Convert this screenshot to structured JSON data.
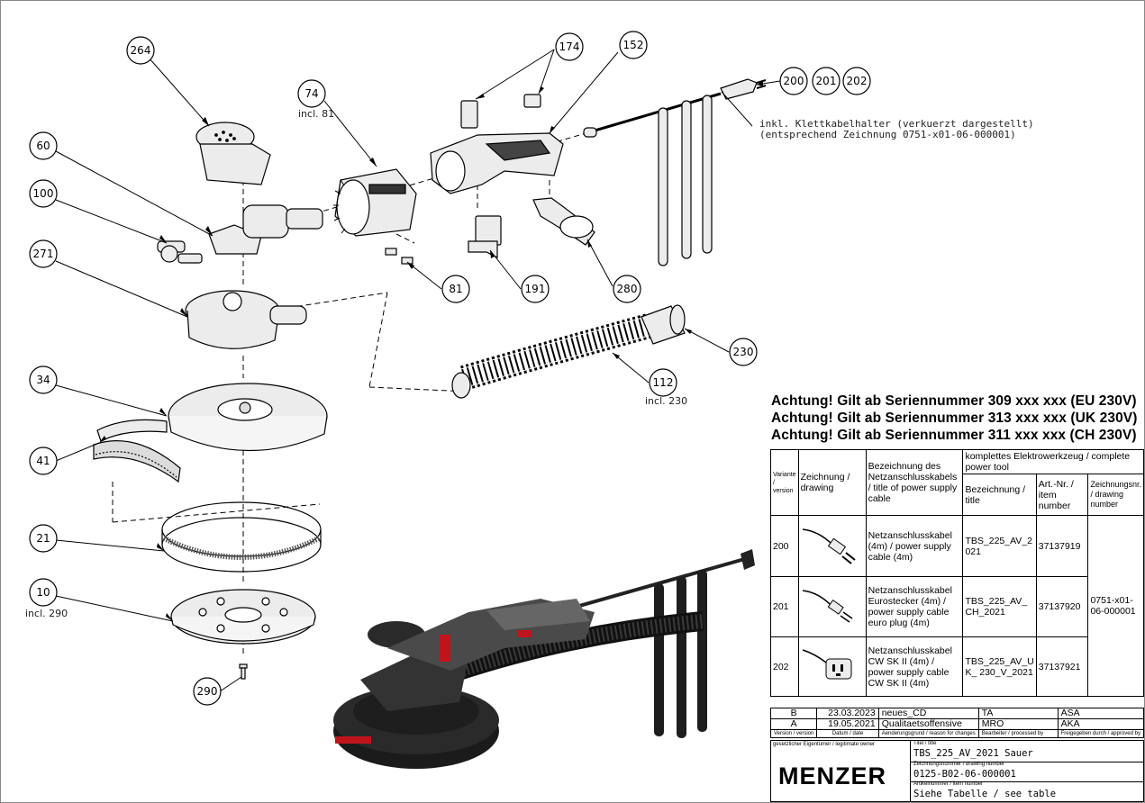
{
  "callouts": {
    "c264": "264",
    "c60": "60",
    "c100": "100",
    "c271": "271",
    "c34": "34",
    "c41": "41",
    "c21": "21",
    "c10": "10",
    "c290": "290",
    "c74": "74",
    "c174": "174",
    "c152": "152",
    "c200": "200",
    "c201": "201",
    "c202": "202",
    "c81": "81",
    "c191": "191",
    "c280": "280",
    "c230": "230",
    "c112": "112"
  },
  "incl_notes": {
    "n74": "incl. 81",
    "n10": "incl. 290",
    "n112": "incl. 230"
  },
  "cable_note": {
    "line1": "inkl. Klettkabelhalter (verkuerzt dargestellt)",
    "line2": "(entsprechend Zeichnung 0751-x01-06-000001)"
  },
  "warnings": [
    "Achtung! Gilt ab Seriennummer 309 xxx xxx (EU 230V)",
    "Achtung! Gilt ab Seriennummer 313 xxx xxx (UK 230V)",
    "Achtung! Gilt ab Seriennummer 311 xxx xxx (CH 230V)"
  ],
  "table": {
    "h_variant": "Variante / version",
    "h_drawing": "Zeichnung / drawing",
    "h_cable": "Bezeichnung des Netzanschlusskabels / title of power supply cable",
    "h_complete": "komplettes Elektrowerkzeug / complete power tool",
    "h_title": "Bezeichnung / title",
    "h_item": "Art.-Nr. / item number",
    "h_drawno": "Zeichnungsnr. / drawing number",
    "rows": [
      {
        "variant": "200",
        "cable": "Netzanschlusskabel (4m) / power supply cable (4m)",
        "title": "TBS_225_AV_2 021",
        "item": "37137919"
      },
      {
        "variant": "201",
        "cable": "Netzanschlusskabel Eurostecker (4m) / power supply cable euro plug (4m)",
        "title": "TBS_225_AV_ CH_2021",
        "item": "37137920"
      },
      {
        "variant": "202",
        "cable": "Netzanschlusskabel CW SK II (4m) / power supply cable CW SK II (4m)",
        "title": "TBS_225_AV_U K_ 230_V_2021",
        "item": "37137921"
      }
    ],
    "drawing_number": "0751-x01- 06-000001"
  },
  "revisions": [
    {
      "rev": "B",
      "date": "23.03.2023",
      "reason": "neues_CD",
      "by": "TA",
      "approved": "ASA"
    },
    {
      "rev": "A",
      "date": "19.05.2021",
      "reason": "Qualitaetsoffensive",
      "by": "MRO",
      "approved": "AKA"
    }
  ],
  "rev_header": {
    "rev": "Version / version",
    "date": "Datum / date",
    "reason": "Aenderungsgrund / reason for changes",
    "by": "Bearbeiter / processed by",
    "approved": "Freigegeben durch / approved by"
  },
  "titleblock": {
    "owner": "gesetzlicher Eigentümer / legitimate owner",
    "logo": "MENZER",
    "title_label": "Titel / title",
    "title": "TBS_225_AV_2021 Sauer",
    "drawno_label": "Zeichnungsnummer / drawing number",
    "drawno": "0125-B02-06-000001",
    "item_label": "Artikelnummer / item number",
    "item": "Siehe Tabelle  / see table"
  },
  "colors": {
    "line": "#000000",
    "part_fill": "#ececec",
    "tool_dark": "#2b2b2b",
    "tool_red": "#c0141c"
  }
}
